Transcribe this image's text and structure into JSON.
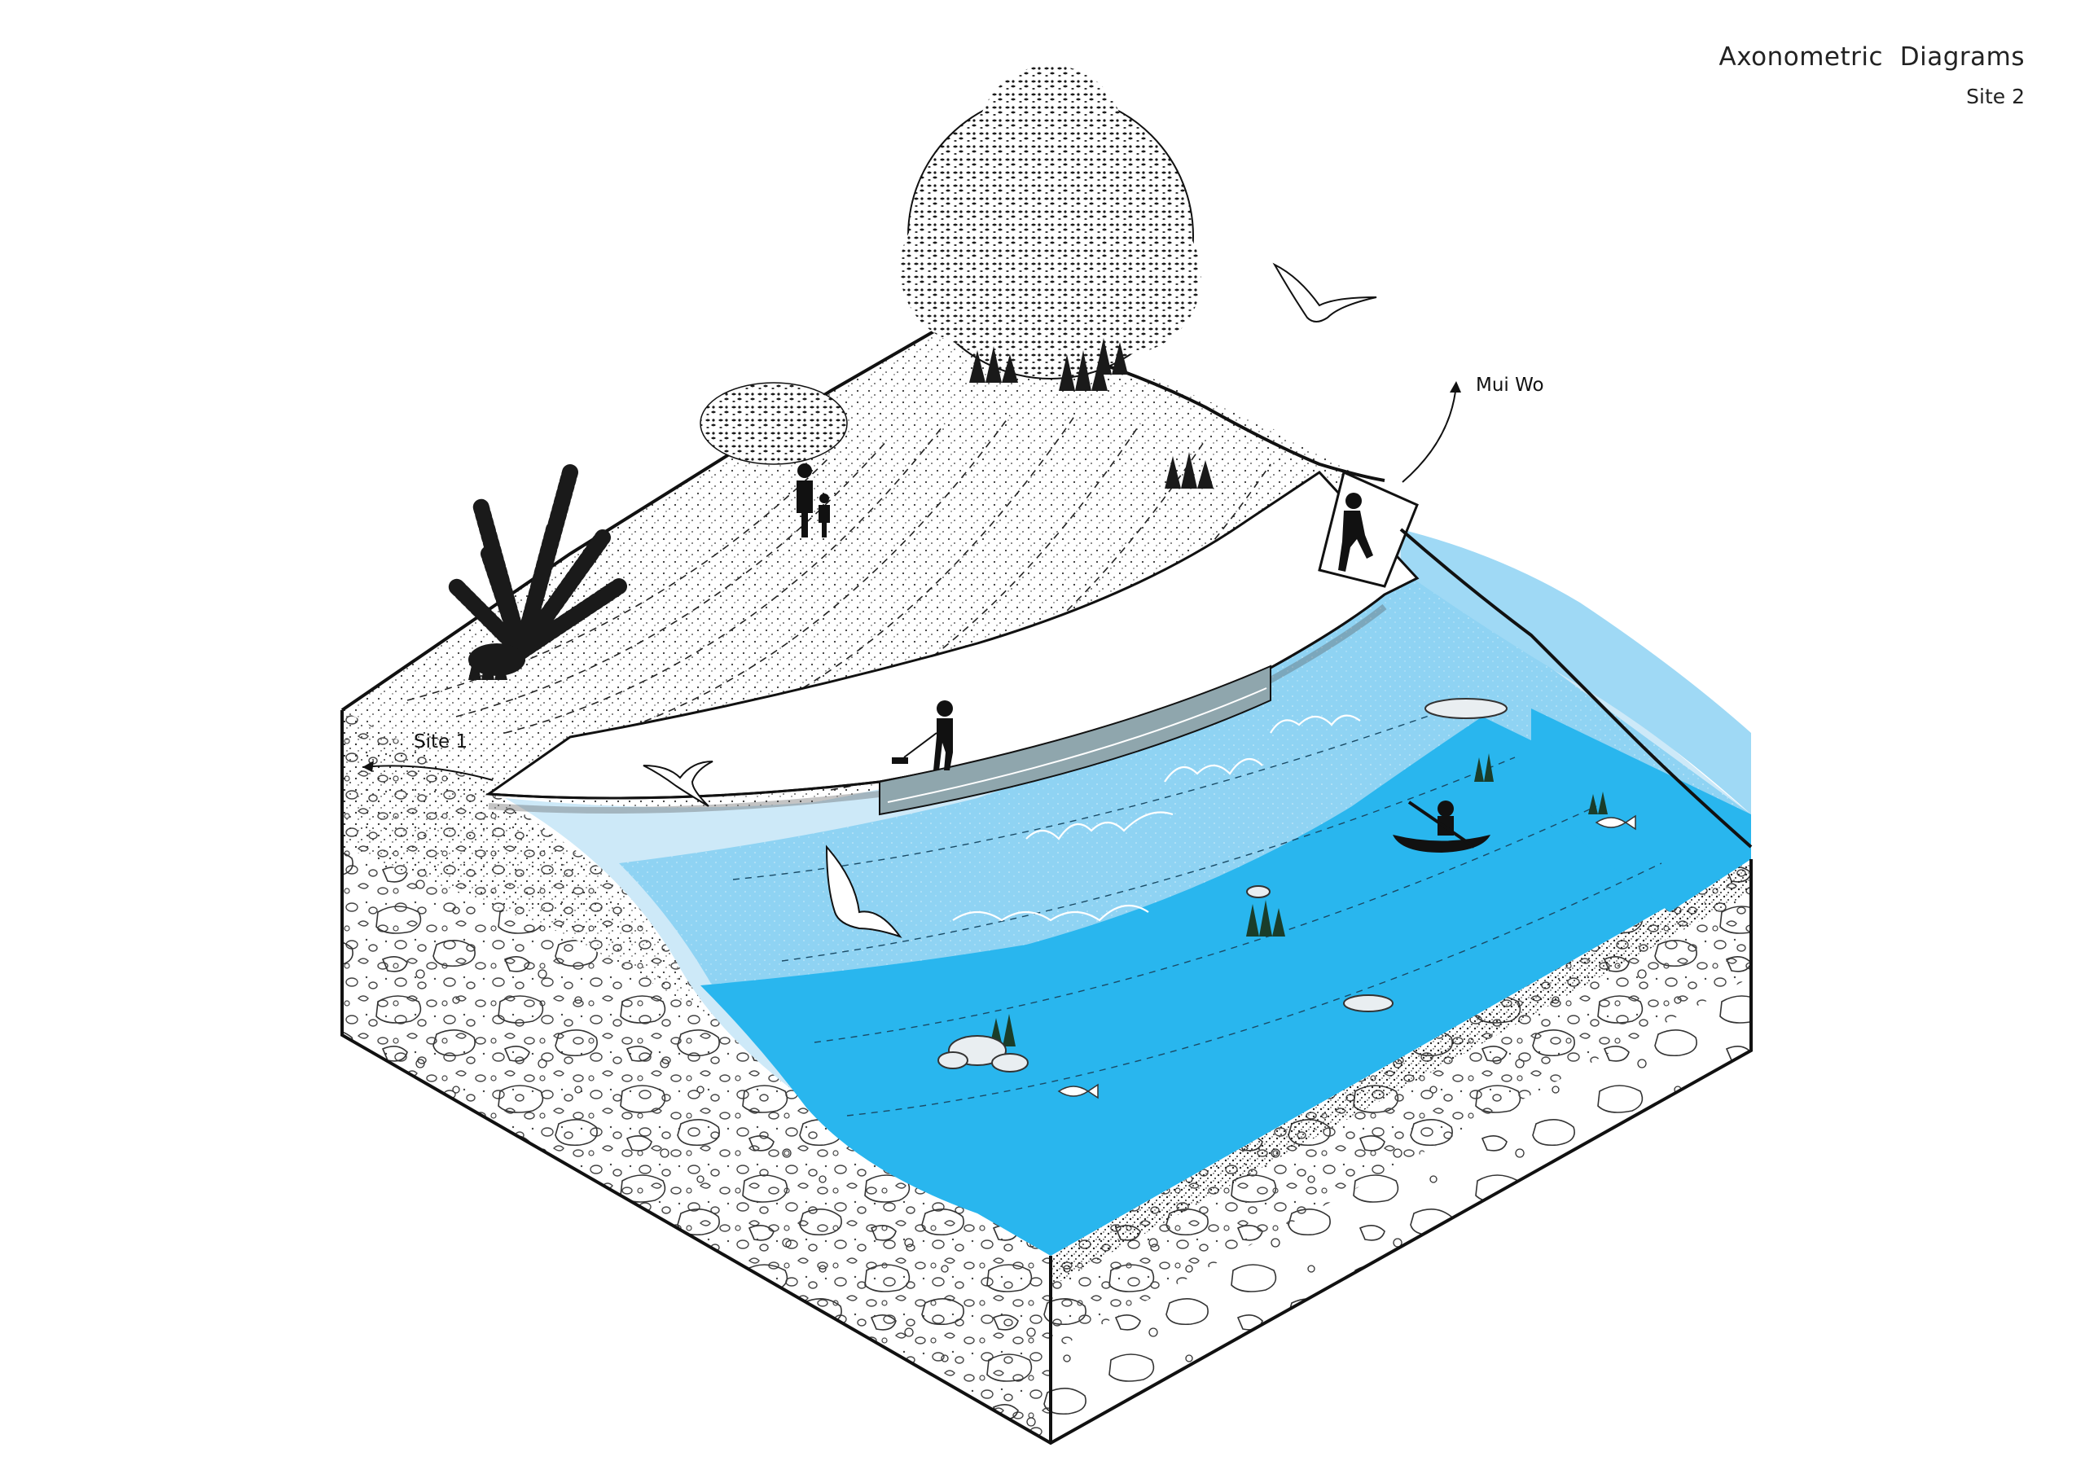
{
  "header": {
    "title": "Axonometric  Diagrams",
    "subtitle": "Site 2"
  },
  "labels": {
    "site1": "Site 1",
    "muiwo": "Mui Wo"
  },
  "colors": {
    "deep_water": "#29b6ee",
    "mid_water": "#7fd0f2",
    "shallow_water": "#c6e8f8",
    "outline": "#111111",
    "ground": "#ffffff"
  }
}
